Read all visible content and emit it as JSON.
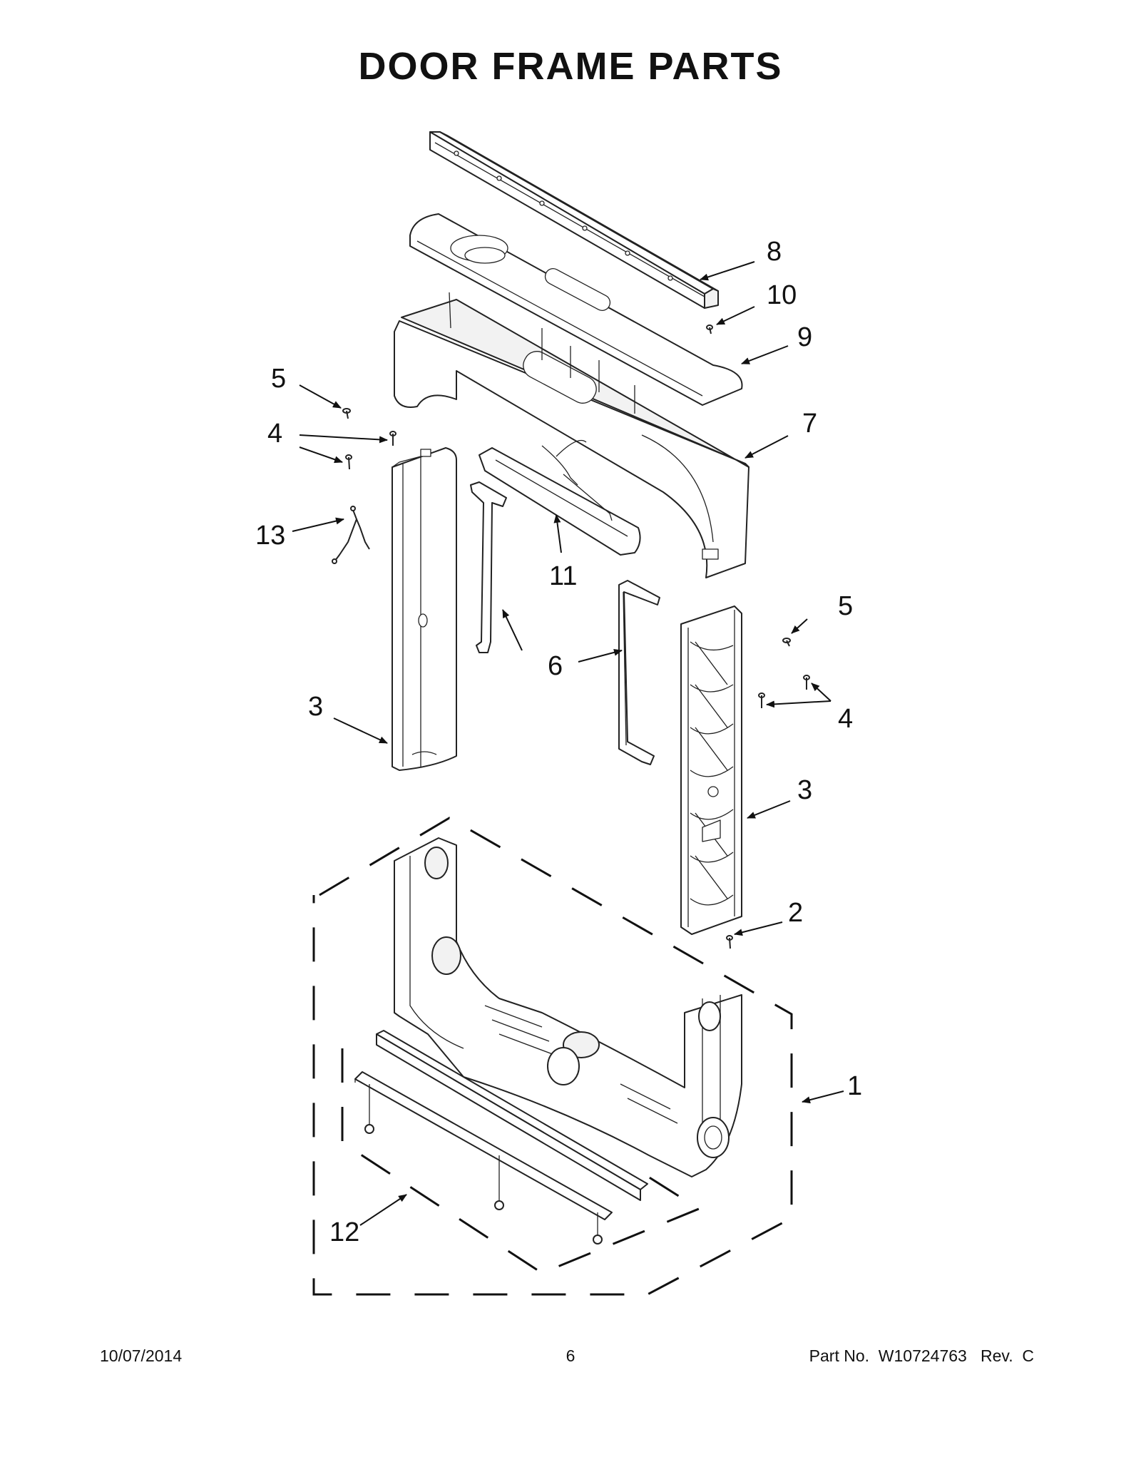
{
  "title": "DOOR FRAME PARTS",
  "callouts": {
    "c1": "1",
    "c2": "2",
    "c3a": "3",
    "c3b": "3",
    "c4a": "4",
    "c4b": "4",
    "c5a": "5",
    "c5b": "5",
    "c6": "6",
    "c7": "7",
    "c8": "8",
    "c9": "9",
    "c10": "10",
    "c11": "11",
    "c12": "12",
    "c13": "13"
  },
  "footer": {
    "date": "10/07/2014",
    "page": "6",
    "part_number": "Part No.  W10724763   Rev.  C"
  }
}
